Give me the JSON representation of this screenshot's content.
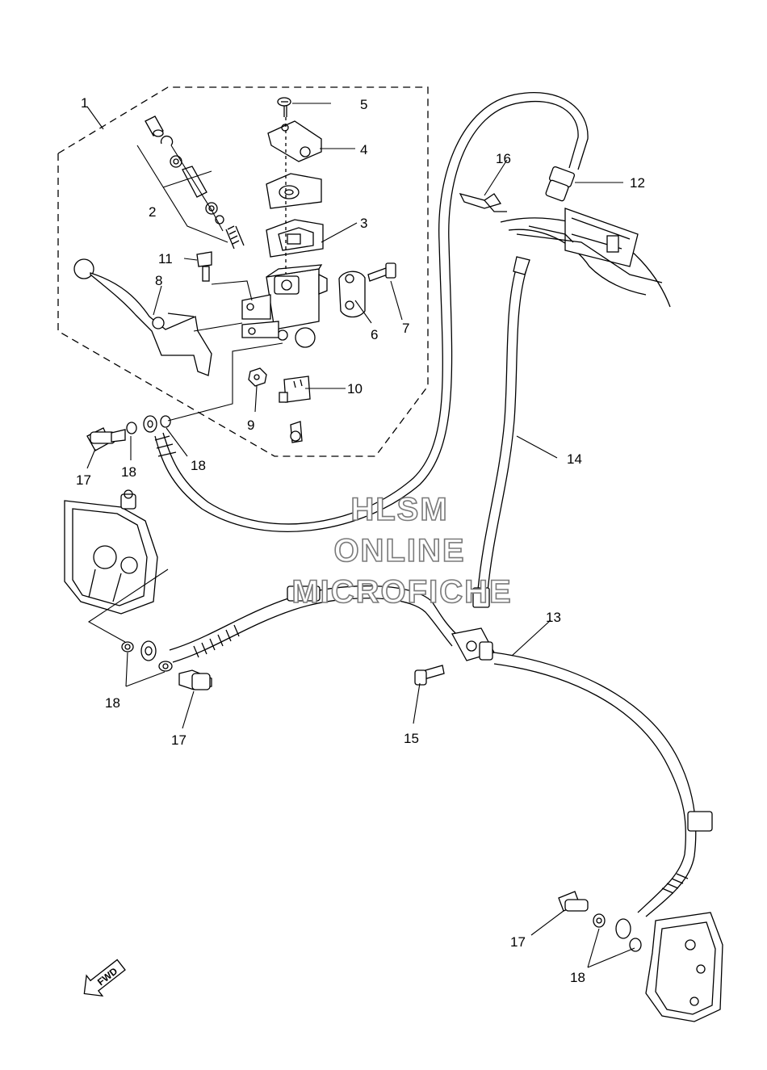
{
  "callouts": {
    "c1": "1",
    "c2": "2",
    "c3": "3",
    "c4": "4",
    "c5": "5",
    "c6": "6",
    "c7": "7",
    "c8": "8",
    "c9": "9",
    "c10": "10",
    "c11": "11",
    "c12": "12",
    "c13": "13",
    "c14": "14",
    "c15": "15",
    "c16": "16",
    "c17a": "17",
    "c17b": "17",
    "c17c": "17",
    "c18a": "18",
    "c18b": "18",
    "c18c": "18"
  },
  "watermark": {
    "line1": "HLSM",
    "line2": "ONLINE",
    "line3": "MICROFICHE"
  },
  "direction_arrow": {
    "label": "FWD"
  },
  "colors": {
    "line": "#000000",
    "background": "#ffffff",
    "watermark_outline": "#7a7a7a"
  }
}
